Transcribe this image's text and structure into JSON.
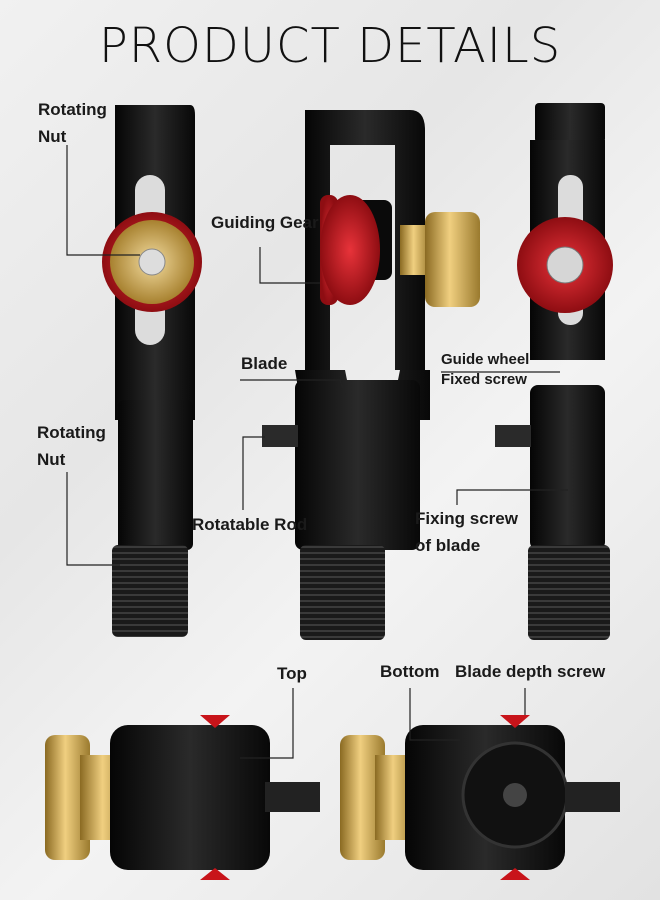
{
  "title": "PRODUCT DETAILS",
  "labels": {
    "rotating_nut_1_line1": "Rotating",
    "rotating_nut_1_line2": "Nut",
    "guiding_gear": "Guiding Gear",
    "blade": "Blade",
    "rotating_nut_2_line1": "Rotating",
    "rotating_nut_2_line2": "Nut",
    "rotatable_rod": "Rotatable Rod",
    "guide_wheel_line1": "Guide wheel",
    "guide_wheel_line2": "Fixed screw",
    "fixing_screw_line1": "Fixing screw",
    "fixing_screw_line2": "of blade",
    "top": "Top",
    "bottom": "Bottom",
    "blade_depth_screw": "Blade depth screw"
  },
  "colors": {
    "body": "#141414",
    "accent_red": "#c8141a",
    "brass": "#c9a14a",
    "leader": "#222222"
  }
}
